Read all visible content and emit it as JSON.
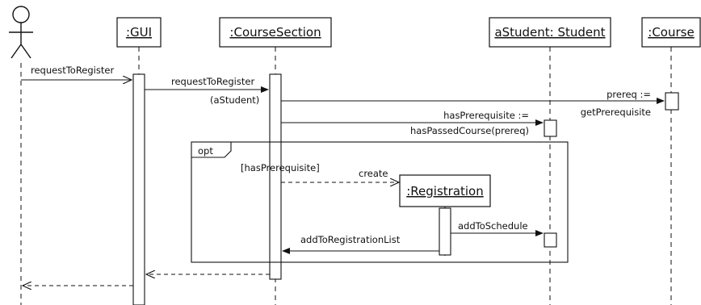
{
  "participants": {
    "gui": ":GUI",
    "course_section": ":CourseSection",
    "student": "aStudent: Student",
    "course": ":Course",
    "registration": ":Registration"
  },
  "messages": {
    "request_to_register_1": "requestToRegister",
    "request_to_register_2": "requestToRegister",
    "a_student": "(aStudent)",
    "prereq_assign": "prereq :=",
    "get_prerequisite": "getPrerequisite",
    "has_prerequisite_assign": "hasPrerequisite :=",
    "has_passed_course": "hasPassedCourse(prereq)",
    "create": "create",
    "add_to_schedule": "addToSchedule",
    "add_to_registration_list": "addToRegistrationList"
  },
  "fragment": {
    "operator": "opt",
    "guard": "[hasPrerequisite]"
  }
}
